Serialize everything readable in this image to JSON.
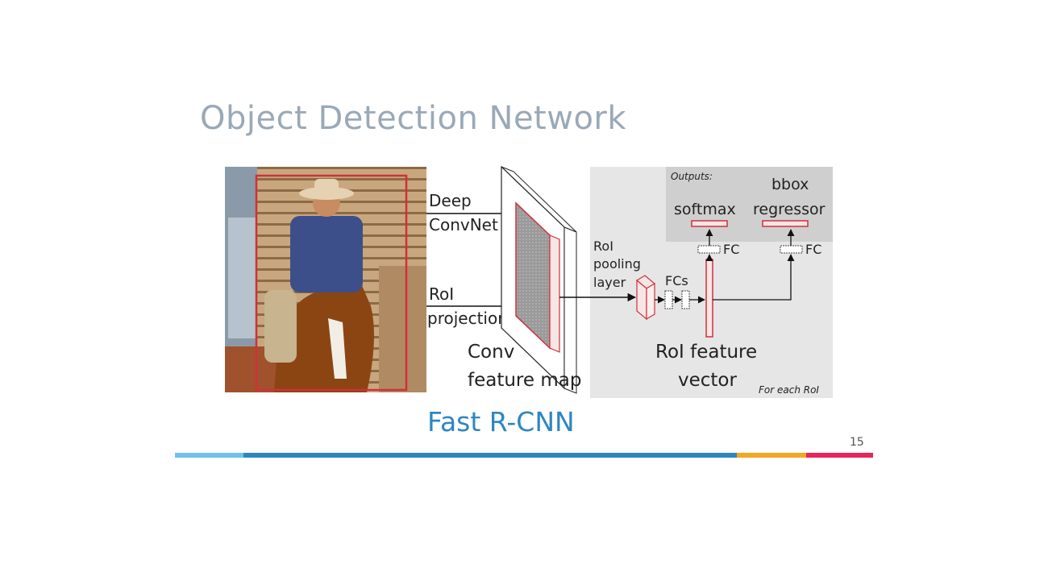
{
  "slide": {
    "title": "Object Detection Network",
    "caption": "Fast R-CNN",
    "page_number": "15"
  },
  "diagram": {
    "input_image": {
      "description_icon": "cowboy-on-horse-photo-icon"
    },
    "labels": {
      "deep": "Deep",
      "convnet": "ConvNet",
      "roi": "RoI",
      "projection": "projection",
      "conv": "Conv",
      "feature_map": "feature map",
      "roi_pooling_1": "RoI",
      "roi_pooling_2": "pooling",
      "roi_pooling_3": "layer",
      "fcs": "FCs",
      "fc_left": "FC",
      "fc_right": "FC",
      "outputs": "Outputs:",
      "softmax": "softmax",
      "bbox": "bbox",
      "regressor": "regressor",
      "roi_feature": "RoI feature",
      "vector": "vector",
      "for_each_roi": "For each RoI"
    }
  },
  "colors": {
    "title": "#9aa9b8",
    "caption": "#2e86c1",
    "accent_red": "#d0303a",
    "panel_bg": "#e6e6e6",
    "outputs_bg": "#cfcfcf",
    "footer_segments": [
      "#6ec1ea",
      "#2e86c1",
      "#f5a623",
      "#e8245c"
    ]
  }
}
